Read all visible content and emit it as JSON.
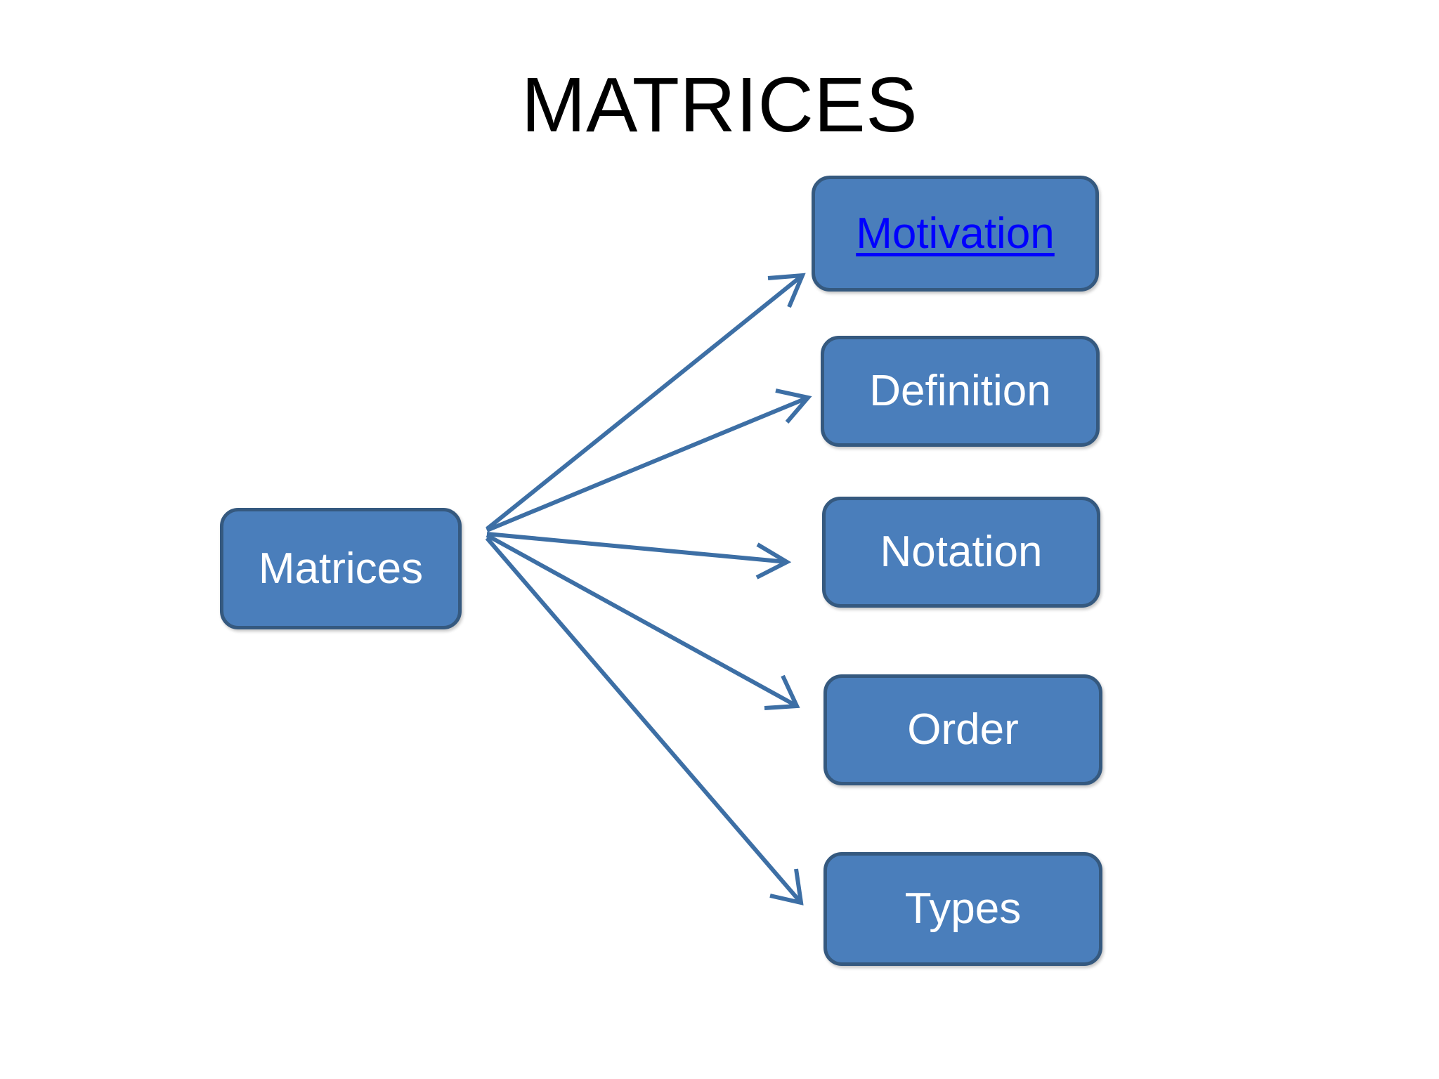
{
  "slide": {
    "title": "MATRICES",
    "background_color": "#ffffff"
  },
  "theme": {
    "node_fill": "#4a7ebb",
    "node_border": "#35597f",
    "node_text": "#ffffff",
    "link_text": "#0000ff",
    "connector_color": "#3d6fa5",
    "title_text": "#000000"
  },
  "diagram": {
    "type": "radial-hub-and-spoke",
    "root": {
      "label": "Matrices",
      "is_link": false
    },
    "branches": [
      {
        "label": "Motivation",
        "is_link": true
      },
      {
        "label": "Definition",
        "is_link": false
      },
      {
        "label": "Notation",
        "is_link": false
      },
      {
        "label": "Order",
        "is_link": false
      },
      {
        "label": "Types",
        "is_link": false
      }
    ]
  }
}
